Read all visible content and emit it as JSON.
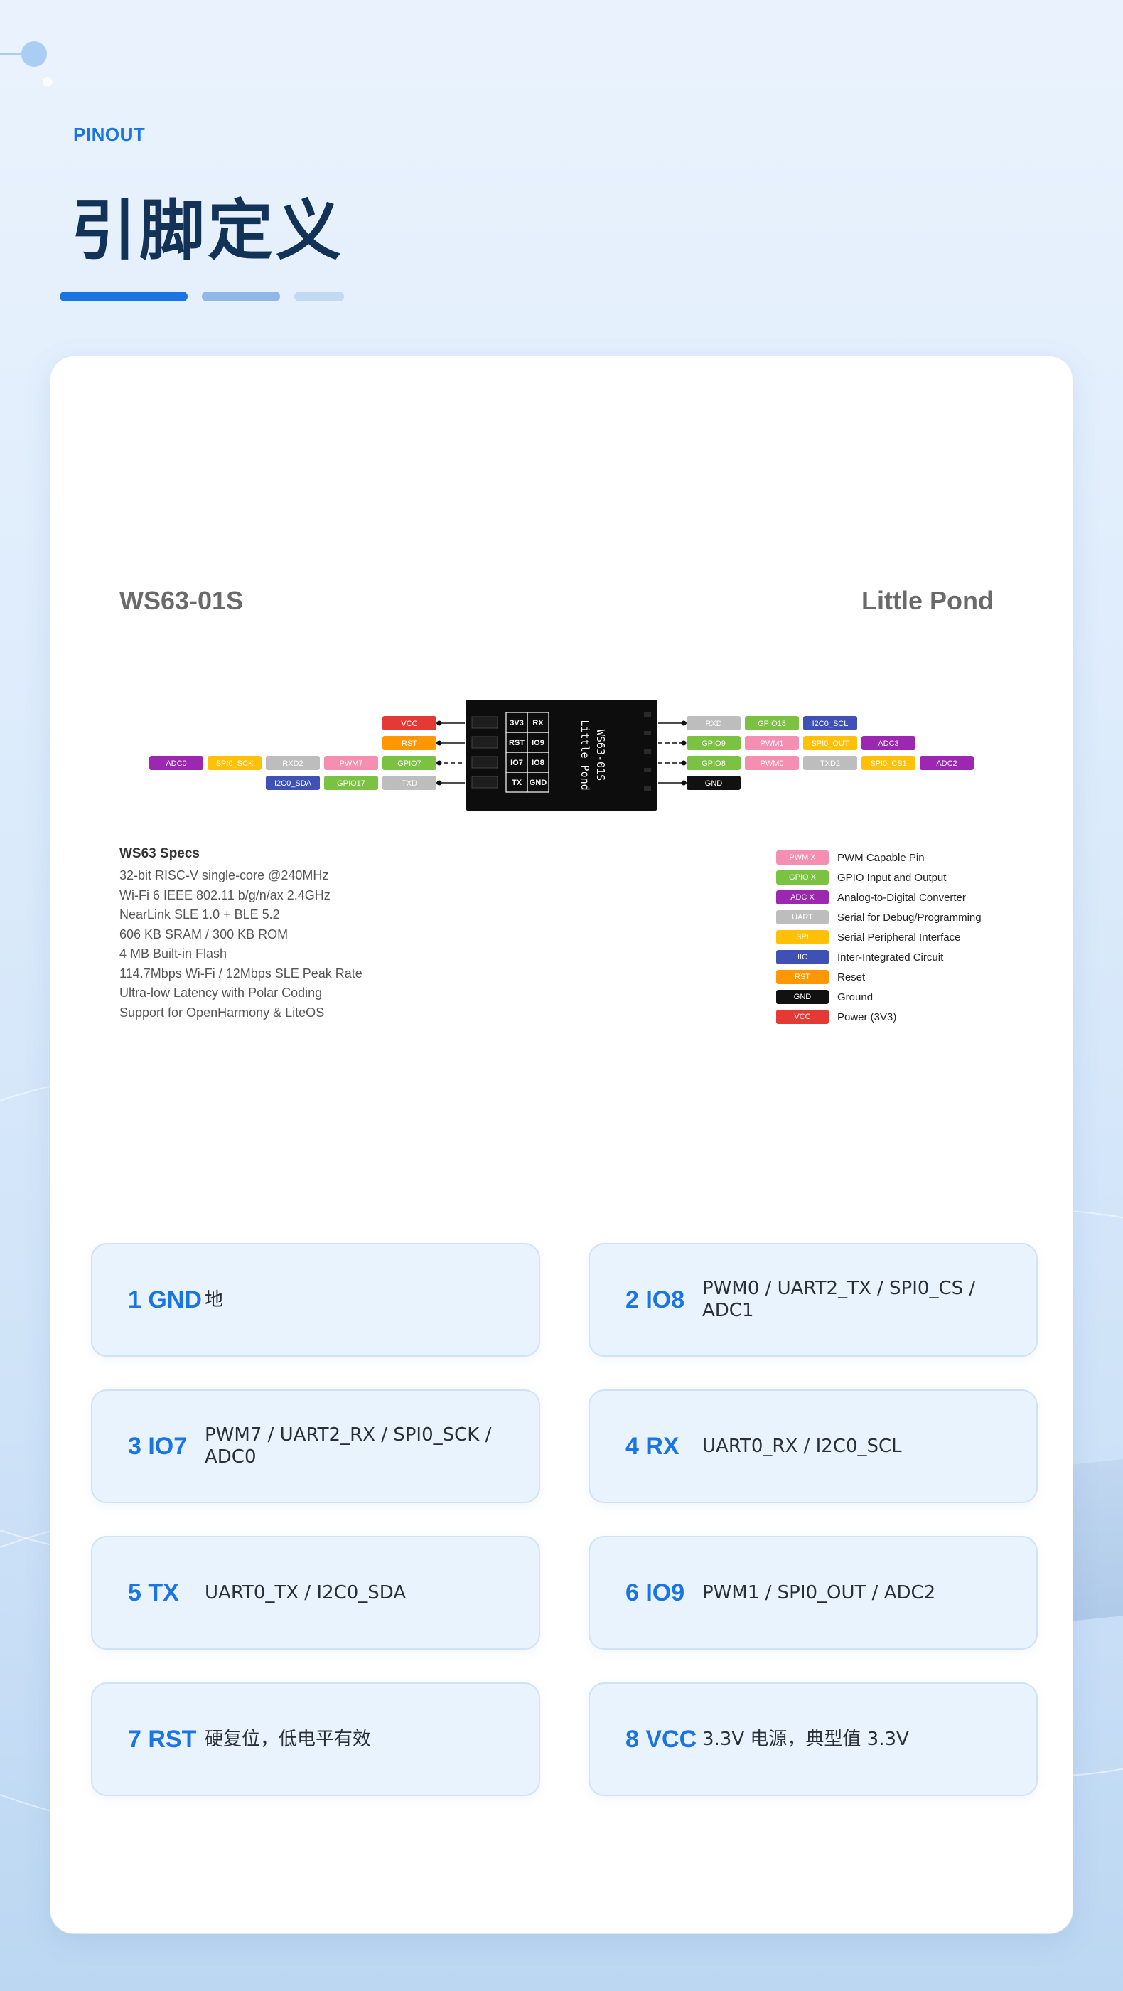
{
  "header": {
    "eyebrow": "PINOUT",
    "title": "引脚定义"
  },
  "colors": {
    "accent": "#1b74e4",
    "title": "#123258",
    "card_bg": "#ffffff",
    "pin_card_bg": "#e8f3fd"
  },
  "diagram": {
    "model": "WS63-01S",
    "brand": "Little Pond",
    "module_text_1": "Little Pond",
    "module_text_2": "WS63-01S",
    "pin_grid": [
      [
        "3V3",
        "RX"
      ],
      [
        "RST",
        "IO9"
      ],
      [
        "IO7",
        "IO8"
      ],
      [
        "TX",
        "GND"
      ]
    ],
    "left_labels": [
      [
        {
          "text": "VCC",
          "color": "#e53935"
        }
      ],
      [
        {
          "text": "RST",
          "color": "#ff9800"
        }
      ],
      [
        {
          "text": "GPIO7",
          "color": "#7cc242"
        },
        {
          "text": "PWM7",
          "color": "#f48fb1"
        },
        {
          "text": "RXD2",
          "color": "#bdbdbd"
        },
        {
          "text": "SPI0_SCK",
          "color": "#ffc107"
        },
        {
          "text": "ADC0",
          "color": "#9c27b0"
        }
      ],
      [
        {
          "text": "TXD",
          "color": "#bdbdbd"
        },
        {
          "text": "GPIO17",
          "color": "#7cc242"
        },
        {
          "text": "I2C0_SDA",
          "color": "#3f51b5"
        }
      ]
    ],
    "right_labels": [
      [
        {
          "text": "RXD",
          "color": "#bdbdbd"
        },
        {
          "text": "GPIO18",
          "color": "#7cc242"
        },
        {
          "text": "I2C0_SCL",
          "color": "#3f51b5"
        }
      ],
      [
        {
          "text": "GPIO9",
          "color": "#7cc242"
        },
        {
          "text": "PWM1",
          "color": "#f48fb1"
        },
        {
          "text": "SPI0_OUT",
          "color": "#ffc107"
        },
        {
          "text": "ADC3",
          "color": "#9c27b0"
        }
      ],
      [
        {
          "text": "GPIO8",
          "color": "#7cc242"
        },
        {
          "text": "PWM0",
          "color": "#f48fb1"
        },
        {
          "text": "TXD2",
          "color": "#bdbdbd"
        },
        {
          "text": "SPI0_CS1",
          "color": "#ffc107"
        },
        {
          "text": "ADC2",
          "color": "#9c27b0"
        }
      ],
      [
        {
          "text": "GND",
          "color": "#111111"
        }
      ]
    ]
  },
  "specs": {
    "heading": "WS63 Specs",
    "items": [
      "32-bit RISC-V single-core @240MHz",
      "Wi-Fi 6 IEEE 802.11 b/g/n/ax 2.4GHz",
      "NearLink SLE 1.0 + BLE 5.2",
      "606 KB SRAM / 300 KB ROM",
      "4 MB Built-in Flash",
      "114.7Mbps Wi-Fi / 12Mbps SLE Peak Rate",
      "Ultra-low Latency with Polar Coding",
      "Support for OpenHarmony & LiteOS"
    ]
  },
  "legend": [
    {
      "swatch": "PWM X",
      "desc": "PWM Capable Pin",
      "color": "#f48fb1"
    },
    {
      "swatch": "GPIO X",
      "desc": "GPIO Input and Output",
      "color": "#7cc242"
    },
    {
      "swatch": "ADC X",
      "desc": "Analog-to-Digital Converter",
      "color": "#9c27b0"
    },
    {
      "swatch": "UART",
      "desc": "Serial for Debug/Programming",
      "color": "#bdbdbd"
    },
    {
      "swatch": "SPI",
      "desc": "Serial Peripheral Interface",
      "color": "#ffc107"
    },
    {
      "swatch": "IIC",
      "desc": "Inter-Integrated Circuit",
      "color": "#3f51b5"
    },
    {
      "swatch": "RST",
      "desc": "Reset",
      "color": "#ff9800"
    },
    {
      "swatch": "GND",
      "desc": "Ground",
      "color": "#111111"
    },
    {
      "swatch": "VCC",
      "desc": "Power (3V3)",
      "color": "#e53935"
    }
  ],
  "pins": [
    {
      "id": "1 GND",
      "fn": "地"
    },
    {
      "id": "2 IO8",
      "fn": "PWM0 / UART2_TX / SPI0_CS / ADC1"
    },
    {
      "id": "3 IO7",
      "fn": "PWM7 / UART2_RX / SPI0_SCK / ADC0"
    },
    {
      "id": "4 RX",
      "fn": "UART0_RX / I2C0_SCL"
    },
    {
      "id": "5 TX",
      "fn": "UART0_TX / I2C0_SDA"
    },
    {
      "id": "6 IO9",
      "fn": "PWM1 / SPI0_OUT / ADC2"
    },
    {
      "id": "7 RST",
      "fn": "硬复位，低电平有效"
    },
    {
      "id": "8 VCC",
      "fn": "3.3V 电源，典型值 3.3V"
    }
  ]
}
